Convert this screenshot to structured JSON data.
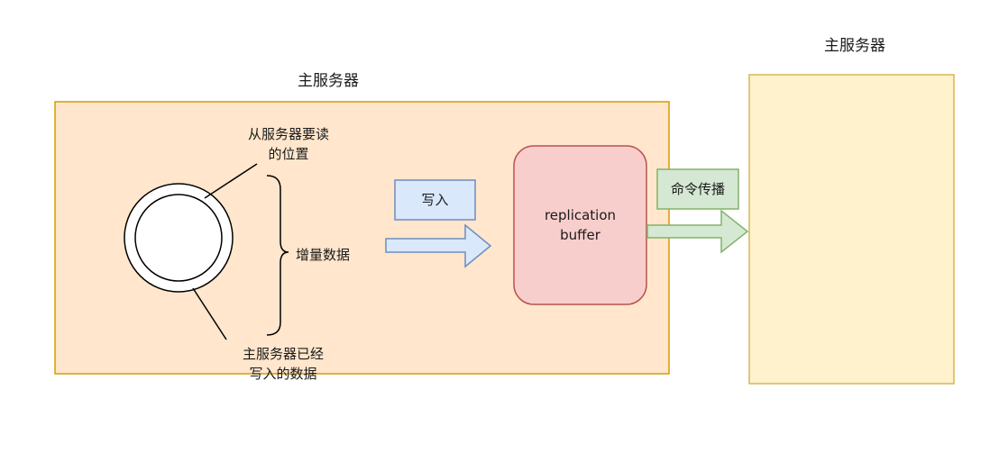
{
  "left_panel": {
    "title": "主服务器",
    "read_position_label": "从服务器要读\n的位置",
    "increment_label": "增量数据",
    "written_label": "主服务器已经\n写入的数据",
    "write_box_label": "写入",
    "buffer_label": "replication\nbuffer",
    "fill": "#ffe6cc",
    "stroke": "#d79b00"
  },
  "propagate_box_label": "命令传播",
  "right_panel": {
    "title": "主服务器",
    "fill": "#fff2cc",
    "stroke": "#d6b656"
  },
  "colors": {
    "write_box_fill": "#dae8fc",
    "write_box_stroke": "#6c8ebf",
    "buffer_fill": "#f8cecc",
    "buffer_stroke": "#b85450",
    "propagate_fill": "#d5e8d4",
    "propagate_stroke": "#82b366"
  }
}
